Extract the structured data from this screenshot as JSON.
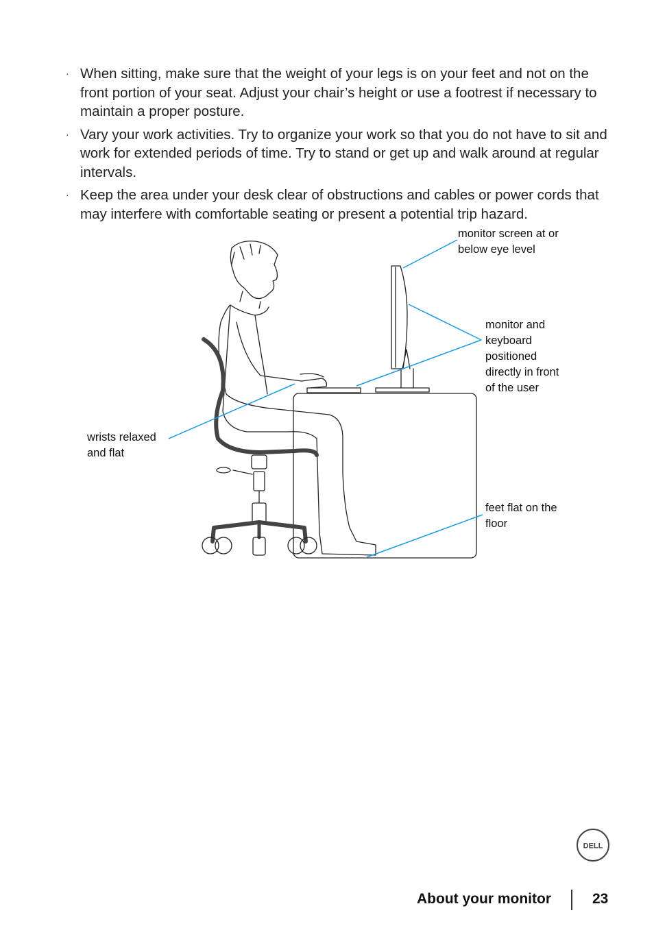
{
  "bullets": [
    "When sitting, make sure that the weight of your legs is on your feet and not on the front portion of your seat. Adjust your chair’s height or use a footrest if necessary to maintain a proper posture.",
    "Vary your work activities. Try to organize your work so that you do not have to sit and work for extended periods of time. Try to stand or get up and walk around at regular intervals.",
    "Keep the area under your desk clear of obstructions and cables or power cords that may interfere with comfortable seating or present a potential trip hazard."
  ],
  "bullet_glyph": "·",
  "figure": {
    "labels": {
      "monitor_eye": [
        "monitor screen at or",
        "below eye level"
      ],
      "monitor_keyboard": [
        "monitor and",
        "keyboard",
        "positioned",
        "directly in front",
        "of the user"
      ],
      "wrists": [
        "wrists relaxed",
        "and flat"
      ],
      "feet": [
        "feet flat on the",
        "floor"
      ]
    },
    "callout_color": "#1a9be0"
  },
  "footer": {
    "section": "About your monitor",
    "page": "23",
    "logo_text": "DELL"
  }
}
